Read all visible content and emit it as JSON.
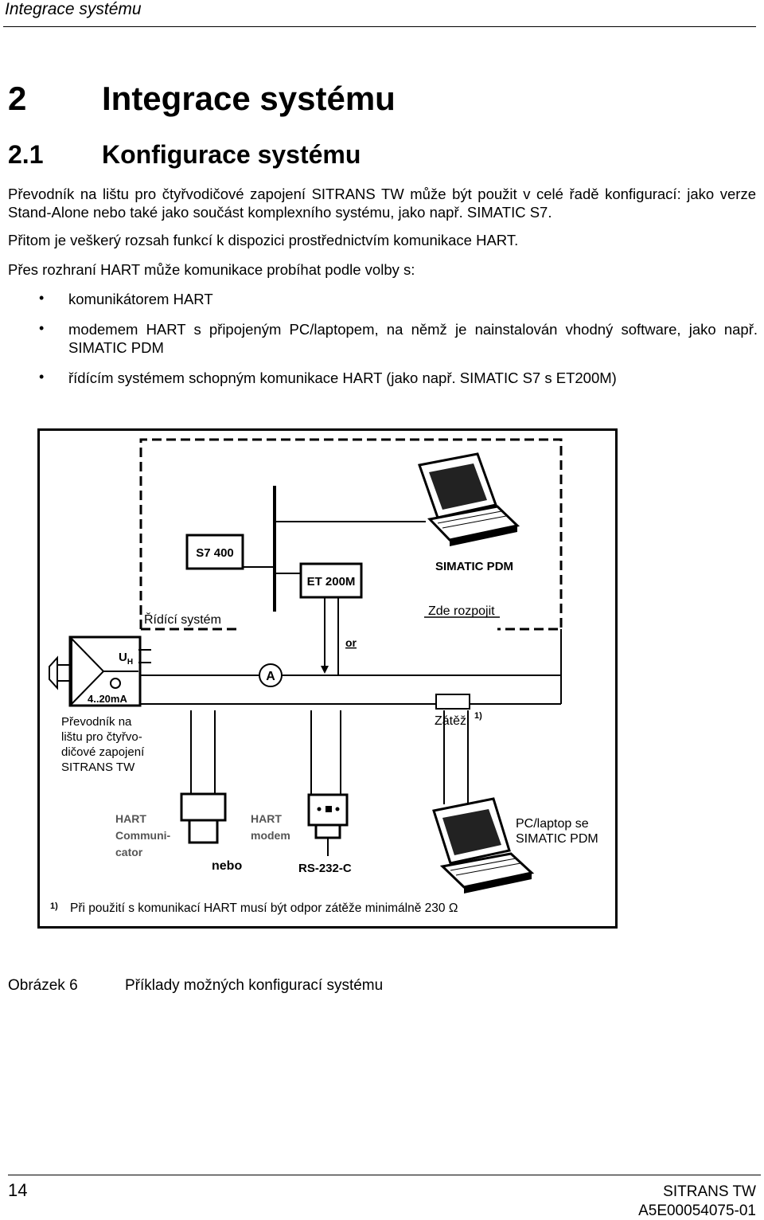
{
  "header": {
    "running_title": "Integrace systému"
  },
  "chapter": {
    "number": "2",
    "title": "Integrace systému"
  },
  "section": {
    "number": "2.1",
    "title": "Konfigurace systému"
  },
  "body": {
    "p1": "Převodník na lištu pro čtyřvodičové zapojení SITRANS TW může být použit v celé řadě konfigurací: jako verze Stand-Alone nebo také jako součást komplexního systému, jako např. SIMATIC S7.",
    "p2": "Přitom je veškerý rozsah funkcí k dispozici prostřednictvím komunikace HART.",
    "p3": "Přes rozhraní HART může komunikace probíhat podle volby s:",
    "bullets": [
      "komunikátorem HART",
      "modemem HART s připojeným PC/laptopem, na němž je nainstalován vhodný software, jako např. SIMATIC PDM",
      "řídícím systémem schopným komunikace HART (jako např. SIMATIC S7 s ET200M)"
    ]
  },
  "figure": {
    "s7400": "S7 400",
    "et200m": "ET 200M",
    "simatic_pdm": "SIMATIC PDM",
    "control_system": "Řídící systém",
    "disconnect_here": "Zde rozpojit",
    "or": "or",
    "uh_main": "U",
    "uh_sub": "H",
    "current_range": "4..20mA",
    "ammeter": "A",
    "transmitter_label": [
      "Převodník na",
      "lištu pro čtyřvo-",
      "dičové zapojení",
      "SITRANS TW"
    ],
    "load": "Zátěž",
    "footnote_mark": "1)",
    "hart_communicator": [
      "HART",
      "Communi-",
      "cator"
    ],
    "hart_modem": [
      "HART",
      "modem"
    ],
    "or_cz": "nebo",
    "rs232": "RS-232-C",
    "pc_laptop": [
      "PC/laptop se",
      "SIMATIC PDM"
    ],
    "footnote_text": "Při použití s komunikací HART musí být odpor zátěže minimálně 230 Ω"
  },
  "caption": {
    "label": "Obrázek 6",
    "text": "Příklady možných konfigurací systému"
  },
  "footer": {
    "page": "14",
    "product": "SITRANS TW",
    "doc_id": "A5E00054075-01"
  }
}
